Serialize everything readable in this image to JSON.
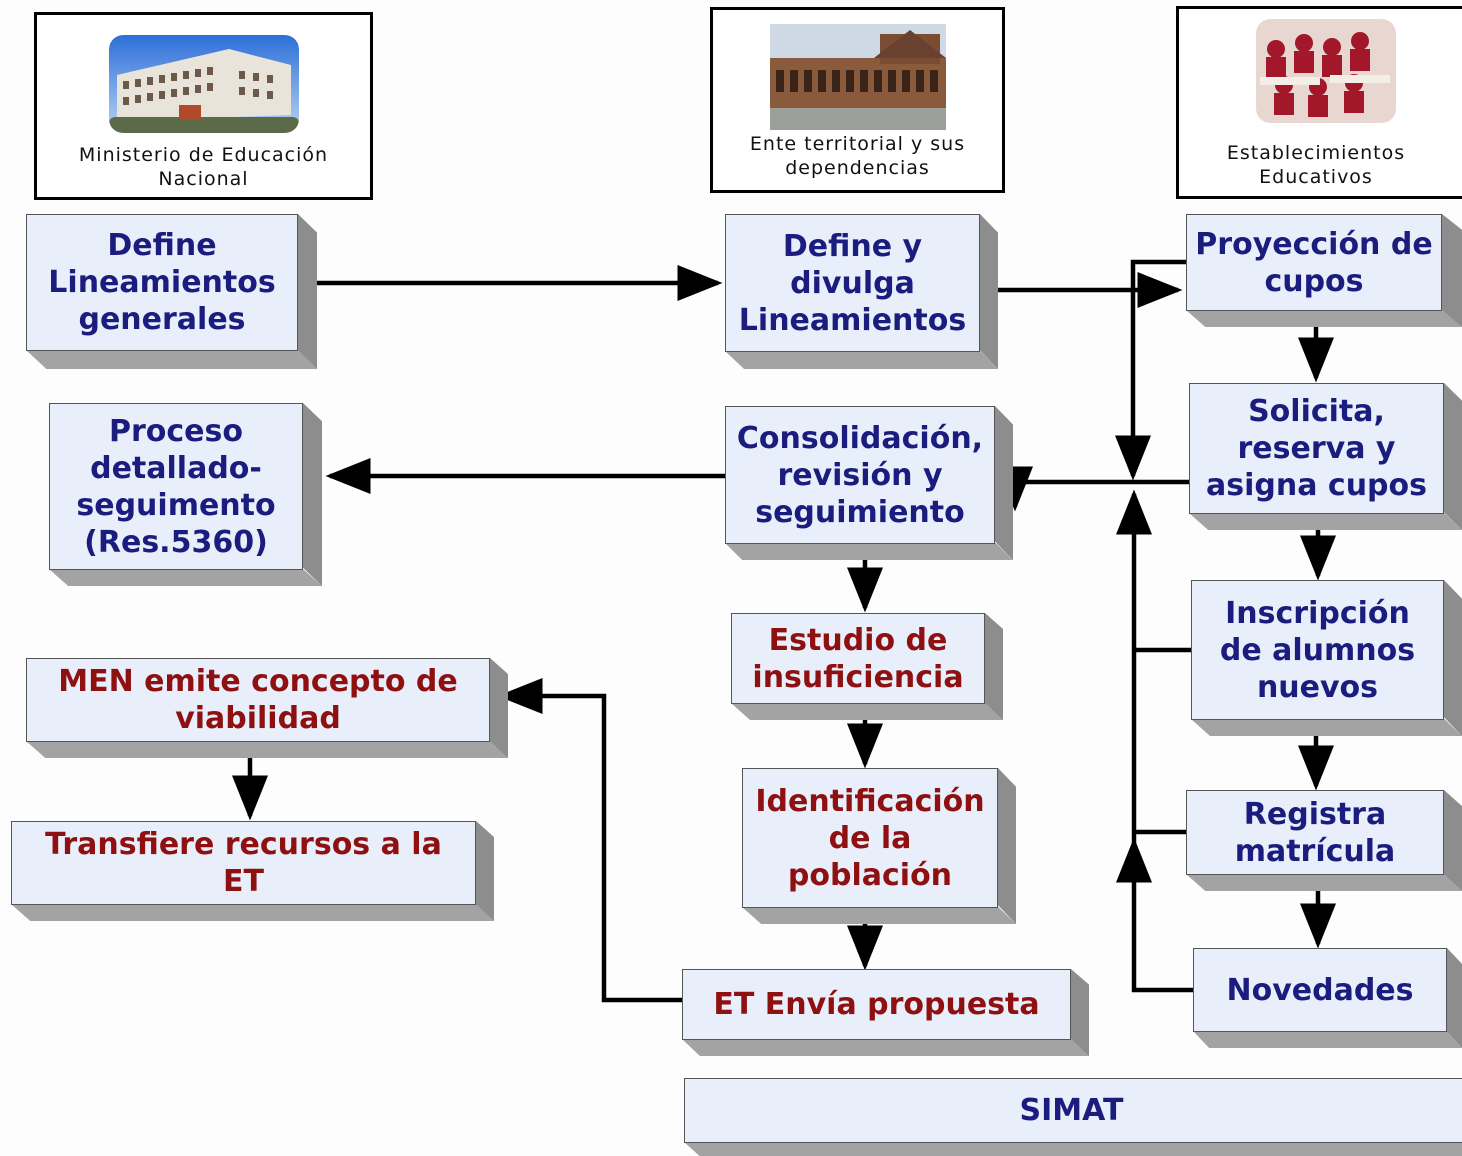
{
  "headers": {
    "ministerio": {
      "line1": "Ministerio de Educación",
      "line2": "Nacional"
    },
    "ente": {
      "line1": "Ente territorial  y sus",
      "line2": "dependencias"
    },
    "establecimientos": {
      "line1": "Establecimientos",
      "line2": "Educativos"
    }
  },
  "boxes": {
    "define_lineamientos_generales": {
      "l1": "Define",
      "l2": "Lineamientos",
      "l3": "generales"
    },
    "define_divulga": {
      "l1": "Define y",
      "l2": "divulga",
      "l3": "Lineamientos"
    },
    "proyeccion_cupos": {
      "l1": "Proyección de",
      "l2": "cupos"
    },
    "solicita_reserva": {
      "l1": "Solicita,",
      "l2": "reserva y",
      "l3": "asigna cupos"
    },
    "proceso_detallado": {
      "l1": "Proceso",
      "l2": "detallado-",
      "l3": "seguimento",
      "l4": "(Res.5360)"
    },
    "consolidacion": {
      "l1": "Consolidación,",
      "l2": "revisión y",
      "l3": "seguimiento"
    },
    "inscripcion": {
      "l1": "Inscripción",
      "l2": "de alumnos",
      "l3": "nuevos"
    },
    "estudio": {
      "l1": "Estudio de",
      "l2": "insuficiencia"
    },
    "men_emite": {
      "l1": "MEN emite concepto de",
      "l2": "viabilidad"
    },
    "identificacion": {
      "l1": "Identificación",
      "l2": "de la",
      "l3": "población"
    },
    "registra": {
      "l1": "Registra",
      "l2": "matrícula"
    },
    "transfiere": {
      "l1": "Transfiere recursos a la",
      "l2": "ET"
    },
    "et_envia": {
      "l1": "ET Envía propuesta"
    },
    "novedades": {
      "l1": "Novedades"
    },
    "simat": {
      "l1": "SIMAT"
    }
  },
  "colors": {
    "face": "#e8eefa",
    "blue_text": "#1a1d7e",
    "red_text": "#8e1010",
    "arrow": "#000000"
  }
}
